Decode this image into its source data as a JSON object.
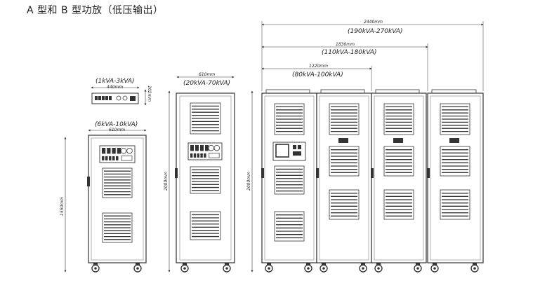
{
  "title": "A 型和 B 型功放（低压输出）",
  "units": {
    "small": {
      "range": "(1kVA-3kVA)",
      "width": "440mm",
      "height": "102mm"
    },
    "a": {
      "range": "(6kVA-10kVA)",
      "width": "610mm",
      "height": "1550mm"
    },
    "b": {
      "range": "(20kVA-70kVA)",
      "width": "610mm",
      "height": "2000mm"
    },
    "c": {
      "height": "2000mm",
      "dims": [
        {
          "width": "2440mm",
          "range": "(190kVA-270kVA)"
        },
        {
          "width": "1830mm",
          "range": "(110kVA-180kVA)"
        },
        {
          "width": "1220mm",
          "range": "(80kVA-100kVA)"
        }
      ]
    }
  },
  "colors": {
    "line": "#333333",
    "panel": "#ffffff"
  }
}
